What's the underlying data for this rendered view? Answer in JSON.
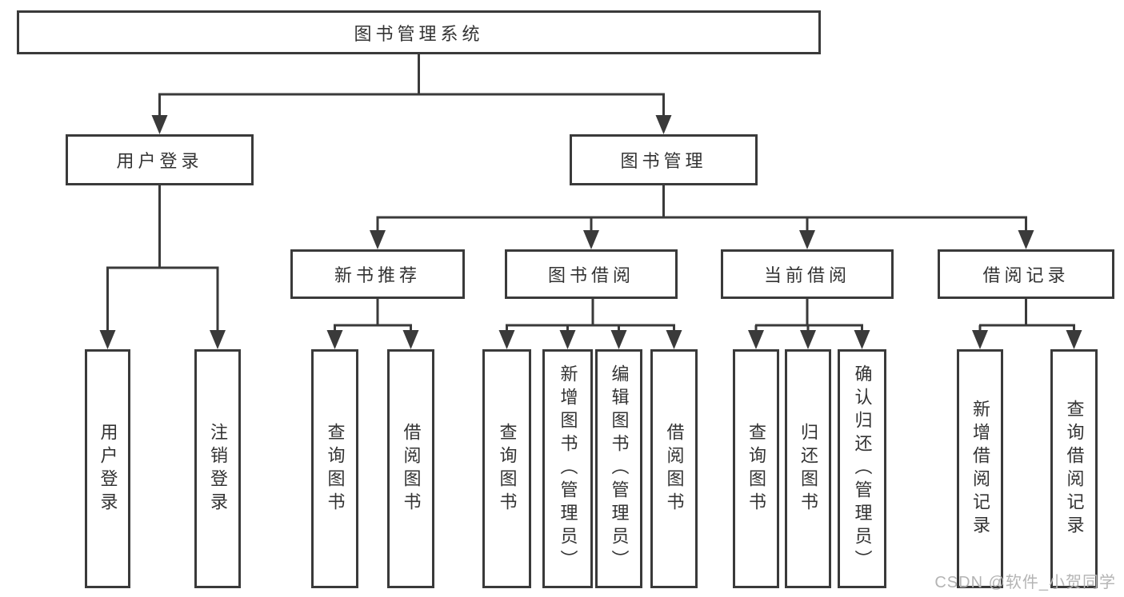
{
  "diagram": {
    "root": {
      "label": "图书管理系统"
    },
    "branches": [
      {
        "label": "用户登录",
        "children": [
          {
            "label": "用户登录"
          },
          {
            "label": "注销登录"
          }
        ]
      },
      {
        "label": "图书管理",
        "children": [
          {
            "label": "新书推荐",
            "children": [
              {
                "label": "查询图书"
              },
              {
                "label": "借阅图书"
              }
            ]
          },
          {
            "label": "图书借阅",
            "children": [
              {
                "label": "查询图书"
              },
              {
                "label": "新增图书（管理员）"
              },
              {
                "label": "编辑图书（管理员）"
              },
              {
                "label": "借阅图书"
              }
            ]
          },
          {
            "label": "当前借阅",
            "children": [
              {
                "label": "查询图书"
              },
              {
                "label": "归还图书"
              },
              {
                "label": "确认归还（管理员）"
              }
            ]
          },
          {
            "label": "借阅记录",
            "children": [
              {
                "label": "新增借阅记录"
              },
              {
                "label": "查询借阅记录"
              }
            ]
          }
        ]
      }
    ]
  },
  "watermark": "CSDN @软件_小贺同学",
  "colors": {
    "line": "#3a3a3a",
    "text": "#333333",
    "watermark": "#b4b4b4",
    "background": "#ffffff"
  }
}
